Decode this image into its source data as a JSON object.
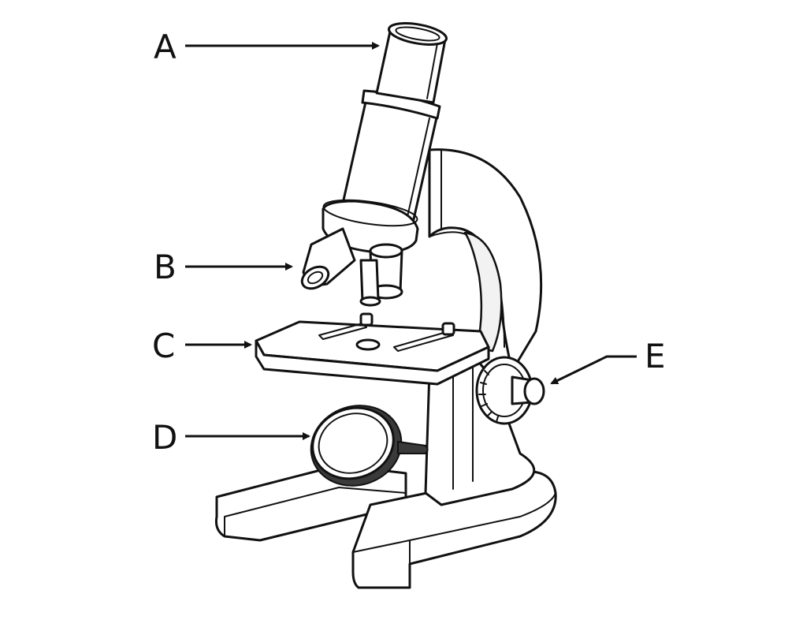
{
  "labels": {
    "a": "A",
    "b": "B",
    "c": "C",
    "d": "D",
    "e": "E"
  },
  "colors": {
    "line": "#111111",
    "background": "#ffffff",
    "mirror_rim": "#3a3a3a"
  }
}
